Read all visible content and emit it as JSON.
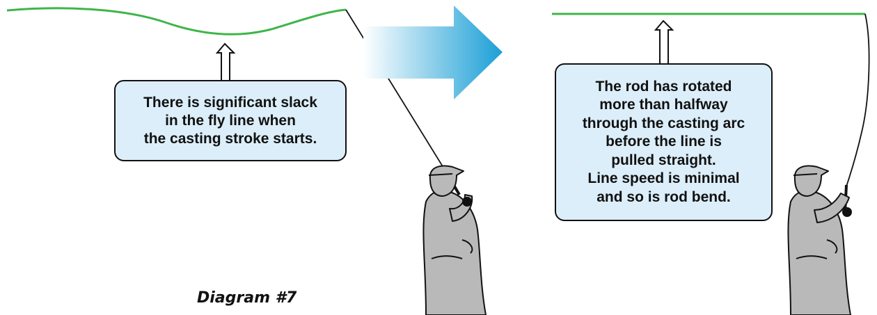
{
  "colors": {
    "fly_line": "#3fb549",
    "callout_fill": "#dceef9",
    "callout_border": "#111111",
    "arrow_gradient_start": "#ffffff",
    "arrow_gradient_end": "#1b9fd6",
    "angler_fill": "#b9b9b9",
    "angler_outline": "#111111"
  },
  "panels": [
    {
      "name": "before",
      "callout_lines": [
        "There is significant slack",
        "in the fly line when",
        "the casting stroke starts."
      ]
    },
    {
      "name": "after",
      "callout_lines": [
        "The rod has rotated",
        "more than halfway",
        "through the casting arc",
        "before the line is",
        "pulled straight.",
        "Line speed is minimal",
        "and so is rod bend."
      ]
    }
  ],
  "transition_arrow_icon": "right-arrow-icon",
  "caption": "Diagram #7"
}
